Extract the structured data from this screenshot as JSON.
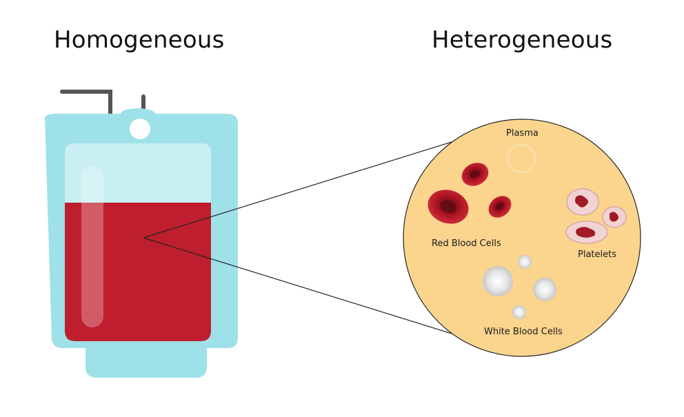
{
  "headings": {
    "left": "Homogeneous",
    "right": "Heterogeneous"
  },
  "labels": {
    "plasma": "Plasma",
    "red_blood_cells": "Red Blood Cells",
    "platelets": "Platelets",
    "white_blood_cells": "White Blood Cells"
  },
  "colors": {
    "bag": "#9fe1e8",
    "bag_inner": "#c9eff2",
    "blood": "#be1e2d",
    "magnifier_fill": "#fbd58e",
    "hook": "#555555"
  }
}
